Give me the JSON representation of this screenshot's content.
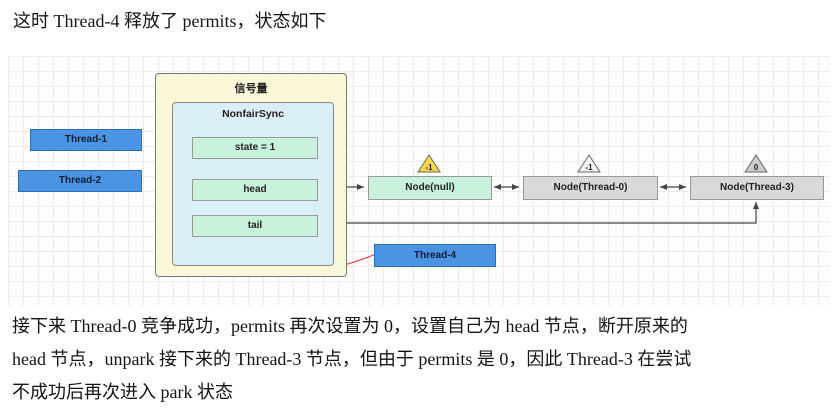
{
  "colors": {
    "thread-blue": "#4b94e4",
    "thread-border": "#2e6db4",
    "semaphore-bg": "#faf6d8",
    "sync-bg": "#daeef5",
    "field-green": "#c9f2dc",
    "node-gray": "#d9d9d9",
    "arrow-red": "#e03535"
  },
  "top_text": "这时 Thread-4 释放了 permits，状态如下",
  "diagram": {
    "semaphore_title": "信号量",
    "sync_title": "NonfairSync",
    "fields": [
      {
        "label": "state = 1"
      },
      {
        "label": "head"
      },
      {
        "label": "tail"
      }
    ],
    "left_threads": [
      {
        "label": "Thread-1"
      },
      {
        "label": "Thread-2"
      }
    ],
    "thread4_label": "Thread-4",
    "nodes": [
      {
        "label": "Node(null)",
        "badge": "-1",
        "badge_color": "#f7d84a"
      },
      {
        "label": "Node(Thread-0)",
        "badge": "-1",
        "badge_color": "#f2f2f2"
      },
      {
        "label": "Node(Thread-3)",
        "badge": "0",
        "badge_color": "#cccccc"
      }
    ]
  },
  "bottom_lines": [
    "接下来 Thread-0 竞争成功，permits 再次设置为 0，设置自己为 head 节点，断开原来的",
    "head 节点，unpark 接下来的 Thread-3 节点，但由于 permits 是 0，因此 Thread-3 在尝试",
    "不成功后再次进入 park 状态"
  ]
}
